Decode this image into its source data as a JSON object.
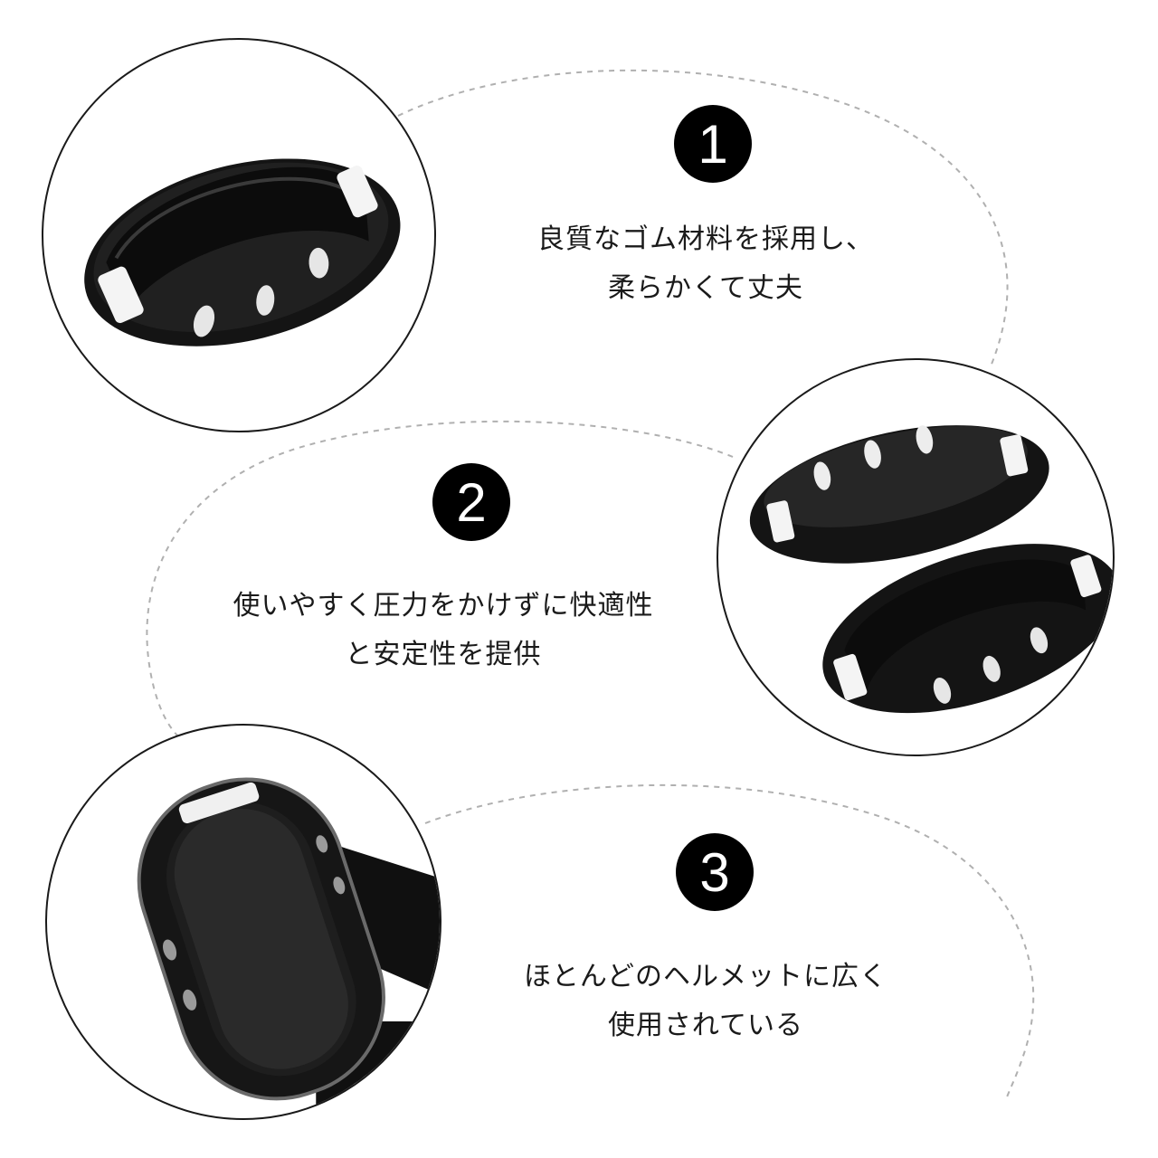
{
  "colors": {
    "background": "#ffffff",
    "ink": "#1a1a1a",
    "badge": "#000000",
    "dash": "#b0b0b0",
    "rubber": "#141414"
  },
  "features": [
    {
      "number": "1",
      "lines": [
        "良質なゴム材料を採用し、",
        "柔らかくて丈夫"
      ],
      "image": "black-rubber-pad-photo"
    },
    {
      "number": "2",
      "lines": [
        "使いやすく圧力をかけずに快適性",
        "と安定性を提供"
      ],
      "image": "two-rubber-pads-photo"
    },
    {
      "number": "3",
      "lines": [
        "ほとんどのヘルメットに広く",
        "使用されている"
      ],
      "image": "pad-with-strap-photo"
    }
  ]
}
